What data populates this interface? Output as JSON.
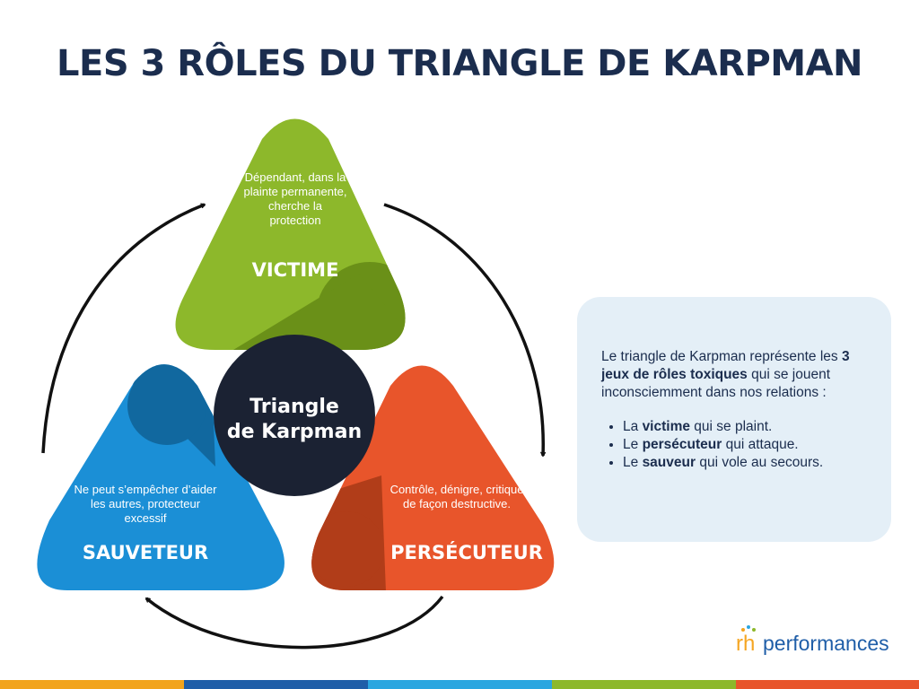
{
  "title": "LES 3 RÔLES DU TRIANGLE DE KARPMAN",
  "roles": {
    "victime": {
      "label": "VICTIME",
      "description": "Dépendant, dans la plainte permanente, cherche la protection",
      "color": "#8db82b",
      "shade": "#6a9018"
    },
    "persecuteur": {
      "label": "PERSÉCUTEUR",
      "description": "Contrôle, dénigre, critique de façon destructive.",
      "color": "#e8552b",
      "shade": "#b13d19"
    },
    "sauveteur": {
      "label": "SAUVETEUR",
      "description": "Ne peut s’empêcher d’aider les autres, protecteur excessif",
      "color": "#1b8fd6",
      "shade": "#11689f"
    }
  },
  "center": {
    "line1": "Triangle",
    "line2": "de Karpman",
    "color": "#1b2233"
  },
  "info": {
    "intro_before": "Le triangle de Karpman représente les ",
    "intro_bold": "3 jeux de rôles toxiques",
    "intro_after": " qui se jouent inconsciemment dans nos relations :",
    "bullets": [
      {
        "before": "La ",
        "bold": "victime",
        "after": " qui se plaint."
      },
      {
        "before": "Le ",
        "bold": "persécuteur",
        "after": " qui attaque."
      },
      {
        "before": "Le ",
        "bold": "sauveur",
        "after": " qui vole au secours."
      }
    ]
  },
  "logo": {
    "prefix": "rh",
    "name": "performances"
  },
  "colors": {
    "title": "#1b2d4e",
    "info_bg": "#e4eff7",
    "stripes": [
      "#f2a41d",
      "#1f5ea8",
      "#2aa6e0",
      "#8db82b",
      "#e8552b"
    ]
  }
}
